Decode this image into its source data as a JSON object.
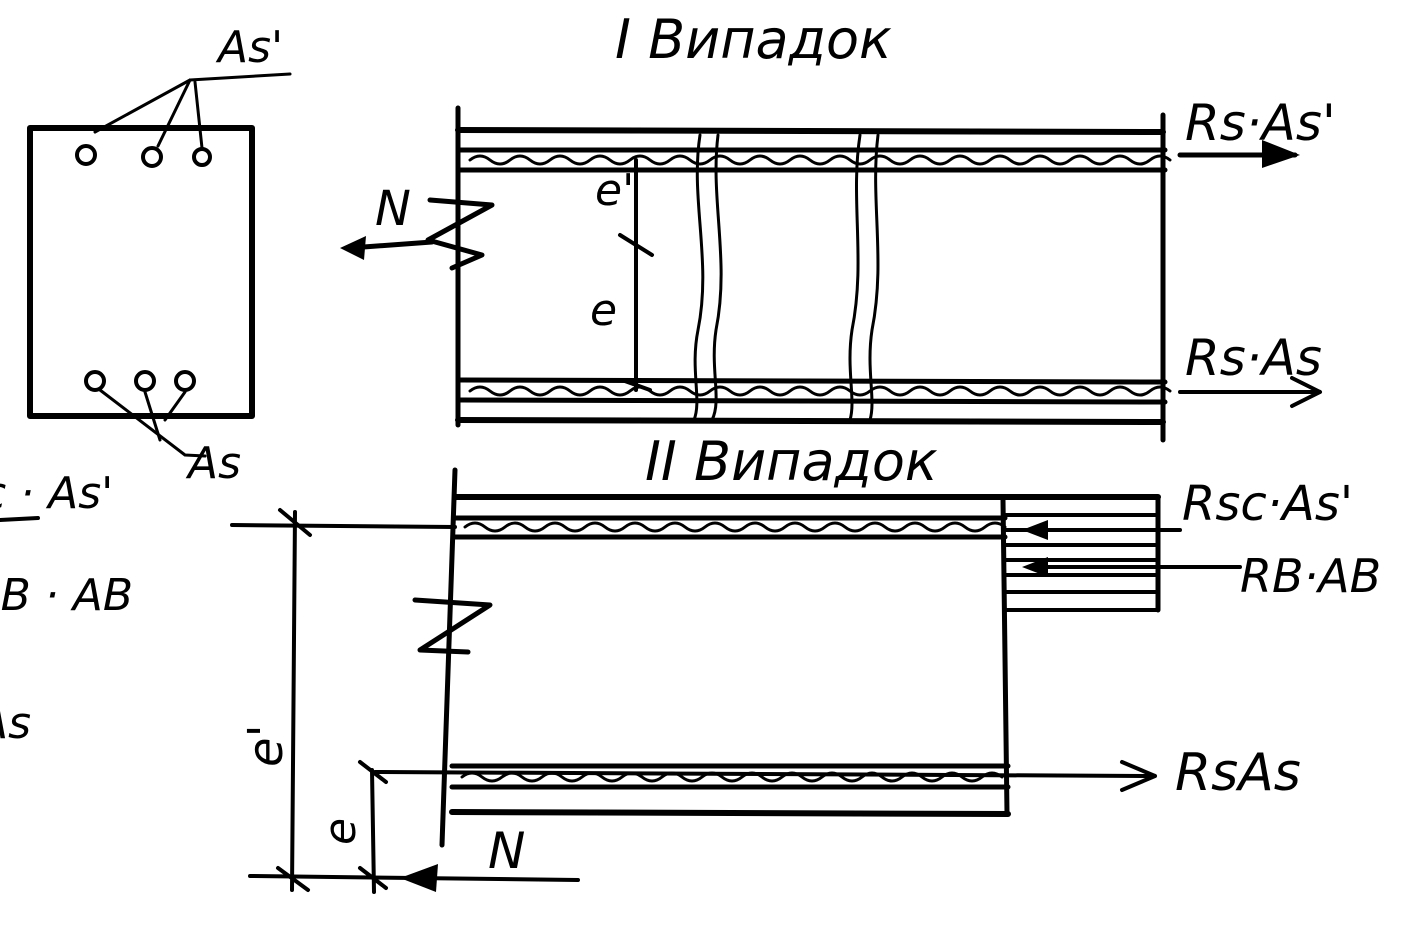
{
  "titles": {
    "case1": "I Випадок",
    "case2": "II Випадок"
  },
  "cross_section": {
    "top_bars_label": "As'",
    "bottom_bars_label": "As"
  },
  "case1": {
    "force": "N",
    "e_prime": "e'",
    "e": "e",
    "top_force": "Rs·As'",
    "bottom_force": "Rs·As"
  },
  "case2": {
    "top_force": "Rsc·As'",
    "concrete_force": "RB·AB",
    "bottom_force": "RsAs",
    "force": "N",
    "e_prime": "e'",
    "e": "e"
  },
  "left_fragments": {
    "line1": "c · As'",
    "line2": "R̄B · AB",
    "line3": "As"
  }
}
